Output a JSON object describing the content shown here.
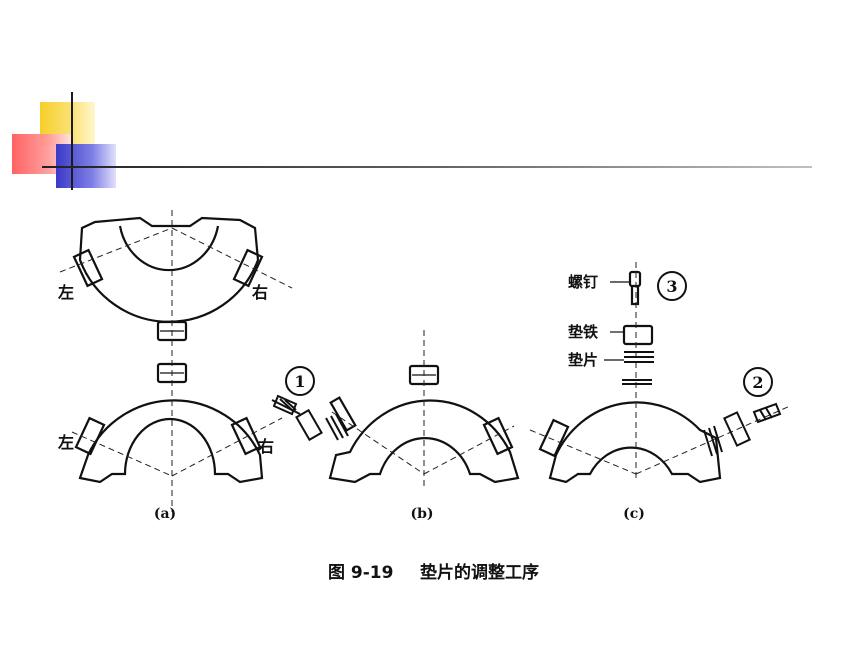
{
  "labels": {
    "a_top_left": "左",
    "a_top_right": "右",
    "a_bottom_left": "左",
    "a_bottom_right": "右",
    "step_1": "1",
    "step_2": "2",
    "step_3": "3",
    "screw": "螺钉",
    "shim_iron": "垫铁",
    "shim": "垫片",
    "sub_a": "(a)",
    "sub_b": "(b)",
    "sub_c": "(c)"
  },
  "caption": {
    "figure_no": "图 9-19",
    "title": "垫片的调整工序"
  },
  "colors": {
    "ink": "#111111",
    "accent_yellow": "#f7cf2a",
    "accent_red": "#ff5a5a",
    "accent_blue": "#3a3ac8"
  }
}
